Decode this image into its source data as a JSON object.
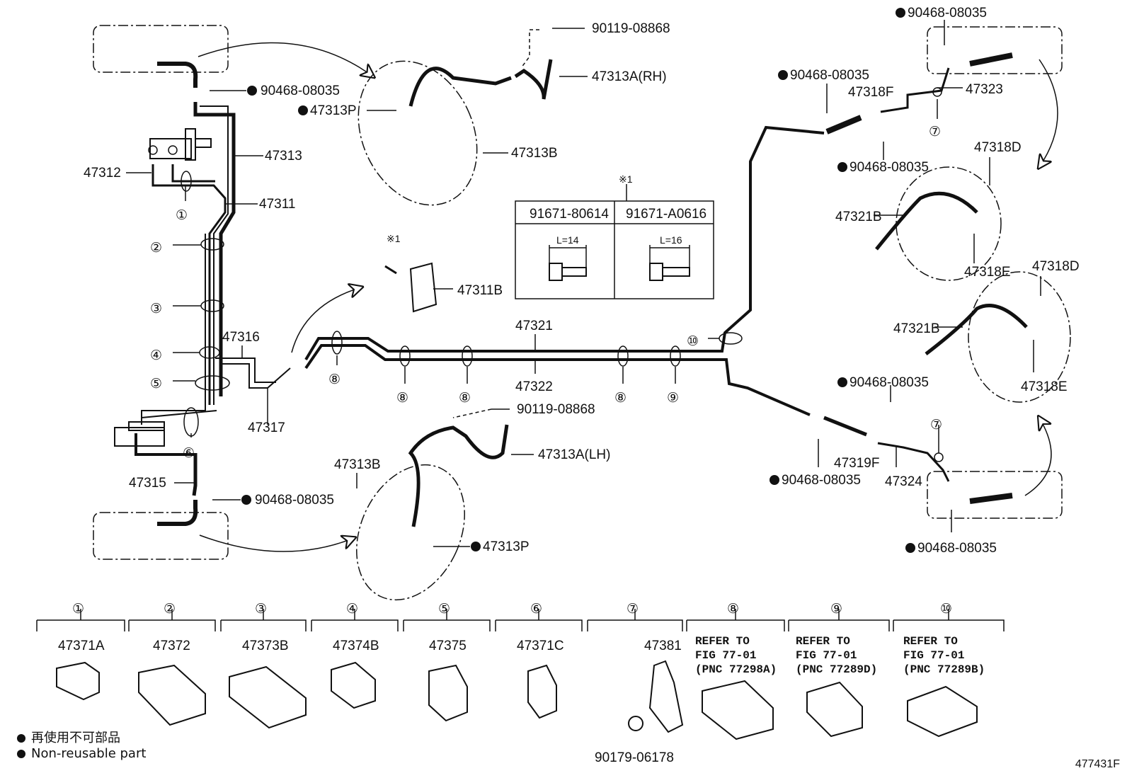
{
  "part_callouts": {
    "p90119_08868_top": "90119-08868",
    "p47313A_RH": "47313A(RH)",
    "p90468_top_left": "90468-08035",
    "p47313P_top": "47313P",
    "p47313": "47313",
    "p47313B_top": "47313B",
    "p47312": "47312",
    "p47311": "47311",
    "sym_x1_top": "※1",
    "p47311B": "47311B",
    "sym_x1_small": "※1",
    "p47316": "47316",
    "p47317": "47317",
    "p47321": "47321",
    "p47322": "47322",
    "p90119_08868_mid": "90119-08868",
    "p47313A_LH": "47313A(LH)",
    "p47313B_low": "47313B",
    "p47315": "47315",
    "p90468_low_left": "90468-08035",
    "p47313P_low": "47313P",
    "p90468_r1": "90468-08035",
    "p90468_r2": "90468-08035",
    "p47318F": "47318F",
    "p47323": "47323",
    "p90468_r3": "90468-08035",
    "p47318D_top": "47318D",
    "p47321B_top": "47321B",
    "p47318E_top": "47318E",
    "p47318D_mid": "47318D",
    "p47321B_mid": "47321B",
    "p47318E_mid": "47318E",
    "p90468_r4": "90468-08035",
    "p47319F": "47319F",
    "p90468_r5": "90468-08035",
    "p47324": "47324",
    "p90468_r6": "90468-08035"
  },
  "bolt_table": {
    "col1": "91671-80614",
    "col2": "91671-A0616",
    "len1": "L=14",
    "len2": "L=16"
  },
  "clamp_numbers": [
    "①",
    "②",
    "③",
    "④",
    "⑤",
    "⑥",
    "⑦",
    "⑧",
    "⑨",
    "⑩"
  ],
  "clamp_parts": [
    {
      "num": "①",
      "part": "47371A"
    },
    {
      "num": "②",
      "part": "47372"
    },
    {
      "num": "③",
      "part": "47373B"
    },
    {
      "num": "④",
      "part": "47374B"
    },
    {
      "num": "⑤",
      "part": "47375"
    },
    {
      "num": "⑥",
      "part": "47371C"
    },
    {
      "num": "⑦",
      "part": "47381"
    },
    {
      "num": "⑧",
      "line1": "REFER TO",
      "line2": "FIG 77-01",
      "line3": "(PNC 77298A)"
    },
    {
      "num": "⑨",
      "line1": "REFER TO",
      "line2": "FIG 77-01",
      "line3": "(PNC 77289D)"
    },
    {
      "num": "⑩",
      "line1": "REFER TO",
      "line2": "FIG 77-01",
      "line3": "(PNC 77289B)"
    }
  ],
  "clamp7_extra": "90179-06178",
  "legend": {
    "line_jp": "再使用不可部品",
    "line_en": "Non-reusable part"
  },
  "figure_code": "477431F"
}
